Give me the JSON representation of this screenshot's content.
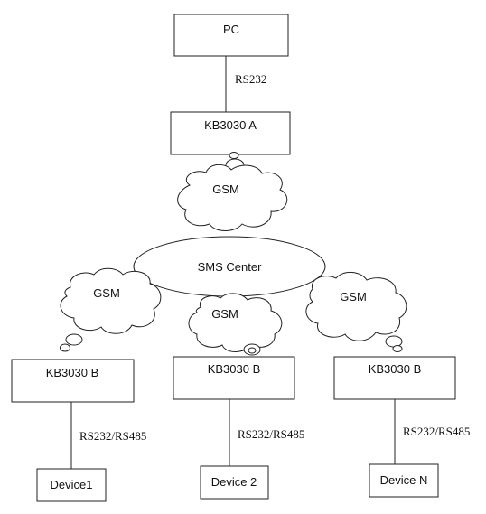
{
  "nodes": {
    "pc": "PC",
    "kb_a": "KB3030 A",
    "kb_b_left": "KB3030  B",
    "kb_b_mid": "KB3030 B",
    "kb_b_right": "KB3030 B",
    "device_1": "Device1",
    "device_2": "Device 2",
    "device_n": "Device N",
    "sms_center": "SMS Center"
  },
  "clouds": {
    "top": "GSM",
    "left": "GSM",
    "middle": "GSM",
    "right": "GSM"
  },
  "links": {
    "pc_to_kb_a": "RS232",
    "left": "RS232/RS485",
    "middle": "RS232/RS485",
    "right": "RS232/RS485"
  }
}
